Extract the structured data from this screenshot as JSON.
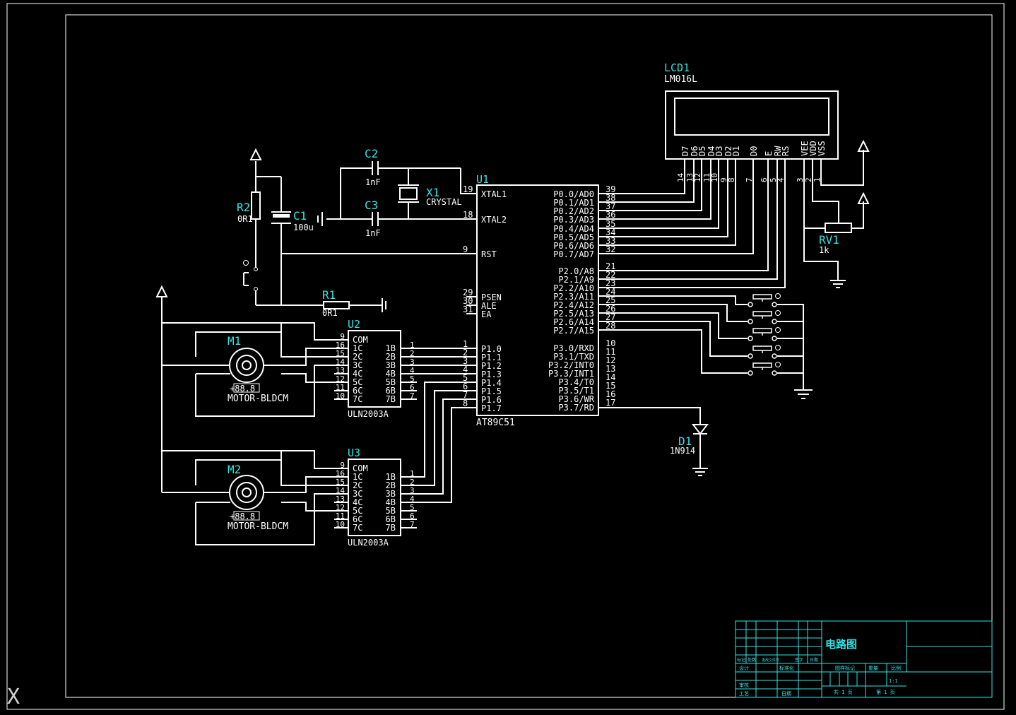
{
  "sheet": {
    "corner_mark": "X"
  },
  "mcu": {
    "ref": "U1",
    "part": "AT89C51",
    "left_pins": [
      {
        "num": "19",
        "name": "XTAL1"
      },
      {
        "num": "18",
        "name": "XTAL2"
      },
      {
        "num": "9",
        "name": "RST"
      },
      {
        "num": "29",
        "name": "PSEN"
      },
      {
        "num": "30",
        "name": "ALE"
      },
      {
        "num": "31",
        "name": "EA"
      },
      {
        "num": "1",
        "name": "P1.0"
      },
      {
        "num": "2",
        "name": "P1.1"
      },
      {
        "num": "3",
        "name": "P1.2"
      },
      {
        "num": "4",
        "name": "P1.3"
      },
      {
        "num": "5",
        "name": "P1.4"
      },
      {
        "num": "6",
        "name": "P1.5"
      },
      {
        "num": "7",
        "name": "P1.6"
      },
      {
        "num": "8",
        "name": "P1.7"
      }
    ],
    "right_pins": [
      {
        "num": "39",
        "name": "P0.0/AD0"
      },
      {
        "num": "38",
        "name": "P0.1/AD1"
      },
      {
        "num": "37",
        "name": "P0.2/AD2"
      },
      {
        "num": "36",
        "name": "P0.3/AD3"
      },
      {
        "num": "35",
        "name": "P0.4/AD4"
      },
      {
        "num": "34",
        "name": "P0.5/AD5"
      },
      {
        "num": "33",
        "name": "P0.6/AD6"
      },
      {
        "num": "32",
        "name": "P0.7/AD7"
      },
      {
        "num": "21",
        "name": "P2.0/A8"
      },
      {
        "num": "22",
        "name": "P2.1/A9"
      },
      {
        "num": "23",
        "name": "P2.2/A10"
      },
      {
        "num": "24",
        "name": "P2.3/A11"
      },
      {
        "num": "25",
        "name": "P2.4/A12"
      },
      {
        "num": "26",
        "name": "P2.5/A13"
      },
      {
        "num": "27",
        "name": "P2.6/A14"
      },
      {
        "num": "28",
        "name": "P2.7/A15"
      },
      {
        "num": "10",
        "name": "P3.0/RXD"
      },
      {
        "num": "11",
        "name": "P3.1/TXD"
      },
      {
        "num": "12",
        "name": "P3.2/INT0"
      },
      {
        "num": "13",
        "name": "P3.3/INT1"
      },
      {
        "num": "14",
        "name": "P3.4/T0"
      },
      {
        "num": "15",
        "name": "P3.5/T1"
      },
      {
        "num": "16",
        "name": "P3.6/WR"
      },
      {
        "num": "17",
        "name": "P3.7/RD"
      }
    ]
  },
  "lcd": {
    "ref": "LCD1",
    "part": "LM016L",
    "pins": [
      {
        "name": "D7",
        "num": "14"
      },
      {
        "name": "D6",
        "num": "13"
      },
      {
        "name": "D5",
        "num": "12"
      },
      {
        "name": "D4",
        "num": "11"
      },
      {
        "name": "D3",
        "num": "10"
      },
      {
        "name": "D2",
        "num": "9"
      },
      {
        "name": "D1",
        "num": "8"
      },
      {
        "name": "D0",
        "num": "7"
      },
      {
        "name": "E",
        "num": "6"
      },
      {
        "name": "RW",
        "num": "5"
      },
      {
        "name": "RS",
        "num": "4"
      },
      {
        "name": "VEE",
        "num": "3"
      },
      {
        "name": "VDD",
        "num": "2"
      },
      {
        "name": "VSS",
        "num": "1"
      }
    ]
  },
  "components": {
    "c1": {
      "ref": "C1",
      "value": "100u"
    },
    "c2": {
      "ref": "C2",
      "value": "1nF"
    },
    "c3": {
      "ref": "C3",
      "value": "1nF"
    },
    "x1": {
      "ref": "X1",
      "value": "CRYSTAL"
    },
    "r1": {
      "ref": "R1",
      "value": "0R1"
    },
    "r2": {
      "ref": "R2",
      "value": "0R1"
    },
    "rv1": {
      "ref": "RV1",
      "value": "1k"
    },
    "d1": {
      "ref": "D1",
      "value": "1N914"
    },
    "m1": {
      "ref": "M1",
      "value": "MOTOR-BLDCM",
      "readout": "+88.8"
    },
    "m2": {
      "ref": "M2",
      "value": "MOTOR-BLDCM",
      "readout": "+88.8"
    }
  },
  "drivers": [
    {
      "ref": "U2",
      "part": "ULN2003A"
    },
    {
      "ref": "U3",
      "part": "ULN2003A"
    }
  ],
  "uln": {
    "left": [
      {
        "num": "9",
        "name": "COM"
      },
      {
        "num": "16",
        "name": "1C"
      },
      {
        "num": "15",
        "name": "2C"
      },
      {
        "num": "14",
        "name": "3C"
      },
      {
        "num": "13",
        "name": "4C"
      },
      {
        "num": "12",
        "name": "5C"
      },
      {
        "num": "11",
        "name": "6C"
      },
      {
        "num": "10",
        "name": "7C"
      }
    ],
    "right": [
      {
        "num": "1",
        "name": "1B"
      },
      {
        "num": "2",
        "name": "2B"
      },
      {
        "num": "3",
        "name": "3B"
      },
      {
        "num": "4",
        "name": "4B"
      },
      {
        "num": "5",
        "name": "5B"
      },
      {
        "num": "6",
        "name": "6B"
      },
      {
        "num": "7",
        "name": "7B"
      }
    ]
  },
  "title_block": {
    "title": "电路图",
    "header_cells": [
      "标记",
      "处数",
      "更改文件号",
      "签字",
      "日期"
    ],
    "design": "设计",
    "standardize": "标准化",
    "stage_mark": "图样标记",
    "weight": "重量",
    "ratio": "比例",
    "scale": "1:1",
    "review": "审核",
    "process": "工艺",
    "date": "日期",
    "total_sheets": "共 1 页",
    "sheet_no": "第 1 页"
  }
}
